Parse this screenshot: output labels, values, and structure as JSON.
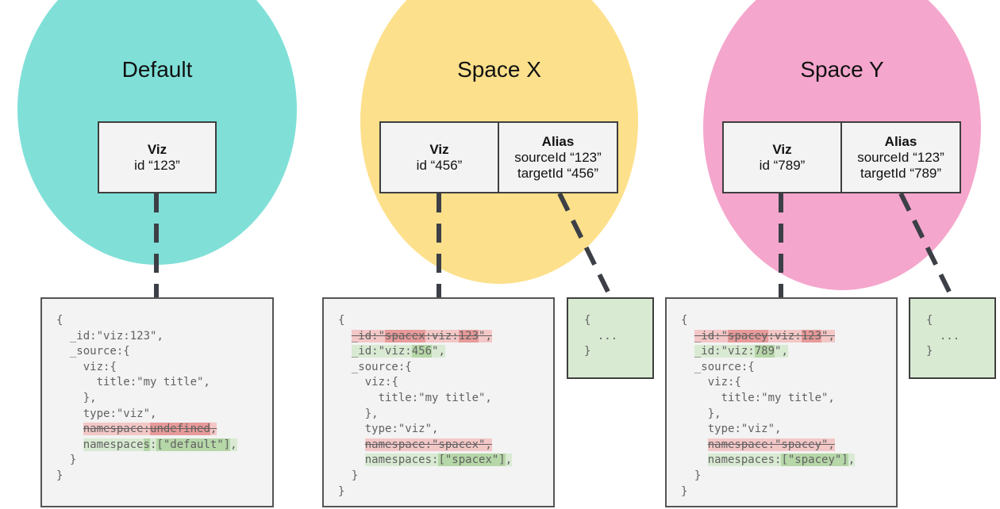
{
  "colors": {
    "default": "#80e0d8",
    "space_x": "#fde08b",
    "space_y": "#f5a6cc",
    "code_bg": "#f3f3f3",
    "alias_doc_bg": "#d9ead3",
    "removed": "#f4c7c7",
    "added": "#d9ead3"
  },
  "spaces": {
    "default": {
      "title": "Default",
      "viz_box": {
        "title": "Viz",
        "id": "id “123”"
      },
      "doc": [
        [
          {
            "t": "{"
          }
        ],
        [
          {
            "t": "  _id"
          },
          {
            "t": ":\"viz:123\","
          }
        ],
        [
          {
            "t": "  _source"
          },
          {
            "t": ":{"
          }
        ],
        [
          {
            "t": "    viz"
          },
          {
            "t": ":{"
          }
        ],
        [
          {
            "t": "      title"
          },
          {
            "t": ":\"my title\","
          }
        ],
        [
          {
            "t": "    },"
          }
        ],
        [
          {
            "t": "    type"
          },
          {
            "t": ":\"viz\","
          }
        ],
        [
          {
            "t": "    "
          },
          {
            "t": "namespace",
            "c": "del"
          },
          {
            "t": ":",
            "c": "del"
          },
          {
            "t": "undefined",
            "c": "del-s"
          },
          {
            "t": ",",
            "c": "del"
          }
        ],
        [
          {
            "t": "    "
          },
          {
            "t": "namespace",
            "c": "add"
          },
          {
            "t": "s",
            "c": "add-s"
          },
          {
            "t": ":",
            "c": "add"
          },
          {
            "t": "[\"default\"]",
            "c": "add-s"
          },
          {
            "t": ",",
            "c": "add"
          }
        ],
        [
          {
            "t": "  }"
          }
        ],
        [
          {
            "t": "}"
          }
        ]
      ]
    },
    "space_x": {
      "title": "Space X",
      "viz_box": {
        "title": "Viz",
        "id": "id “456”"
      },
      "alias_box": {
        "title": "Alias",
        "source": "sourceId “123”",
        "target": "targetId “456”"
      },
      "doc": [
        [
          {
            "t": "{"
          }
        ],
        [
          {
            "t": "  "
          },
          {
            "t": "_id",
            "c": "del"
          },
          {
            "t": ":\"",
            "c": "del"
          },
          {
            "t": "spacex",
            "c": "del-s"
          },
          {
            "t": ":viz:",
            "c": "del"
          },
          {
            "t": "123",
            "c": "del-s"
          },
          {
            "t": "\",",
            "c": "del"
          }
        ],
        [
          {
            "t": "  "
          },
          {
            "t": "_id:\"viz:",
            "c": "add"
          },
          {
            "t": "456",
            "c": "add-s"
          },
          {
            "t": "\",",
            "c": "add"
          }
        ],
        [
          {
            "t": "  _source"
          },
          {
            "t": ":{"
          }
        ],
        [
          {
            "t": "    viz"
          },
          {
            "t": ":{"
          }
        ],
        [
          {
            "t": "      title"
          },
          {
            "t": ":\"my title\","
          }
        ],
        [
          {
            "t": "    },"
          }
        ],
        [
          {
            "t": "    type"
          },
          {
            "t": ":\"viz\","
          }
        ],
        [
          {
            "t": "    "
          },
          {
            "t": "namespace:\"spacex\",",
            "c": "del"
          }
        ],
        [
          {
            "t": "    "
          },
          {
            "t": "namespaces:",
            "c": "add"
          },
          {
            "t": "[\"spacex\"]",
            "c": "add-s"
          },
          {
            "t": ",",
            "c": "add"
          }
        ],
        [
          {
            "t": "  }"
          }
        ],
        [
          {
            "t": "}"
          }
        ]
      ],
      "alias_doc": [
        "{",
        "  ...",
        "}"
      ]
    },
    "space_y": {
      "title": "Space Y",
      "viz_box": {
        "title": "Viz",
        "id": "id “789”"
      },
      "alias_box": {
        "title": "Alias",
        "source": "sourceId “123”",
        "target": "targetId “789”"
      },
      "doc": [
        [
          {
            "t": "{"
          }
        ],
        [
          {
            "t": "  "
          },
          {
            "t": "_id",
            "c": "del"
          },
          {
            "t": ":\"",
            "c": "del"
          },
          {
            "t": "spacey",
            "c": "del-s"
          },
          {
            "t": ":viz:",
            "c": "del"
          },
          {
            "t": "123",
            "c": "del-s"
          },
          {
            "t": "\",",
            "c": "del"
          }
        ],
        [
          {
            "t": "  "
          },
          {
            "t": "_id:\"viz:",
            "c": "add"
          },
          {
            "t": "789",
            "c": "add-s"
          },
          {
            "t": "\",",
            "c": "add"
          }
        ],
        [
          {
            "t": "  _source"
          },
          {
            "t": ":{"
          }
        ],
        [
          {
            "t": "    viz"
          },
          {
            "t": ":{"
          }
        ],
        [
          {
            "t": "      title"
          },
          {
            "t": ":\"my title\","
          }
        ],
        [
          {
            "t": "    },"
          }
        ],
        [
          {
            "t": "    type"
          },
          {
            "t": ":\"viz\","
          }
        ],
        [
          {
            "t": "    "
          },
          {
            "t": "namespace:\"spacey\",",
            "c": "del"
          }
        ],
        [
          {
            "t": "    "
          },
          {
            "t": "namespaces:",
            "c": "add"
          },
          {
            "t": "[\"spacey\"]",
            "c": "add-s"
          },
          {
            "t": ",",
            "c": "add"
          }
        ],
        [
          {
            "t": "  }"
          }
        ],
        [
          {
            "t": "}"
          }
        ]
      ],
      "alias_doc": [
        "{",
        "  ...",
        "}"
      ]
    }
  }
}
